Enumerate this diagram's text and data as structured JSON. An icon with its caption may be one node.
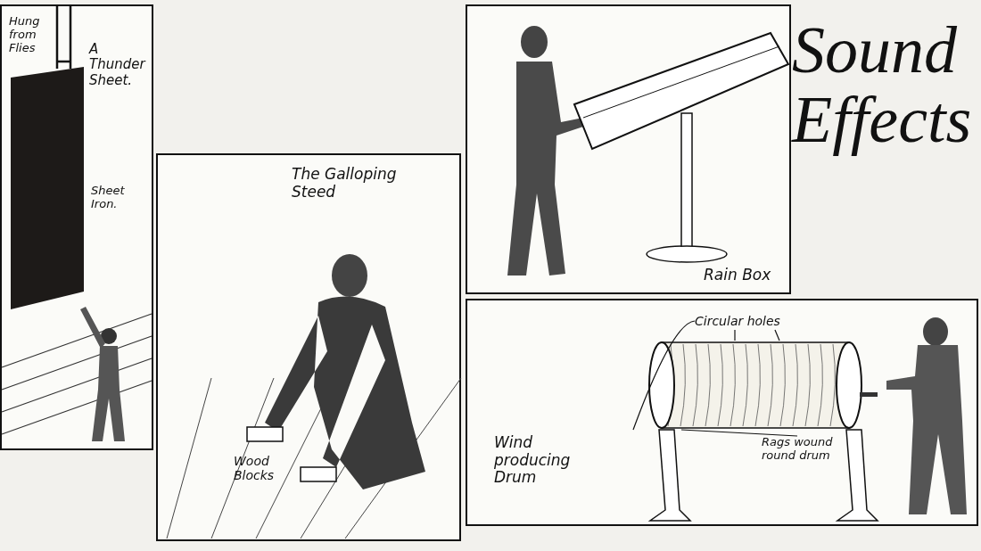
{
  "diagram": {
    "title": "Sound Effects",
    "nodes": [
      {
        "text": [
          "Hung from Flies",
          "A Thunder Sheet.",
          "Sheet Iron."
        ]
      },
      {
        "text": [
          "The Galloping Steed",
          "Wood Blocks"
        ]
      },
      {
        "text": [
          "Rain Box"
        ]
      },
      {
        "text": [
          "Wind producing Drum"
        ]
      },
      {
        "text": [
          "Circular holes"
        ],
        "in": 3
      },
      {
        "text": [],
        "shape": "picture",
        "in": 3
      },
      {
        "text": [
          "Rags wound round drum"
        ],
        "in": 3
      }
    ],
    "edges": [
      {
        "from": 4,
        "to": 5,
        "arrow": "none"
      },
      {
        "from": 4,
        "to": 5,
        "arrow": "none"
      },
      {
        "from": 4,
        "to": 5,
        "arrow": "none"
      },
      {
        "from": 6,
        "to": 5,
        "arrow": "none"
      }
    ]
  }
}
